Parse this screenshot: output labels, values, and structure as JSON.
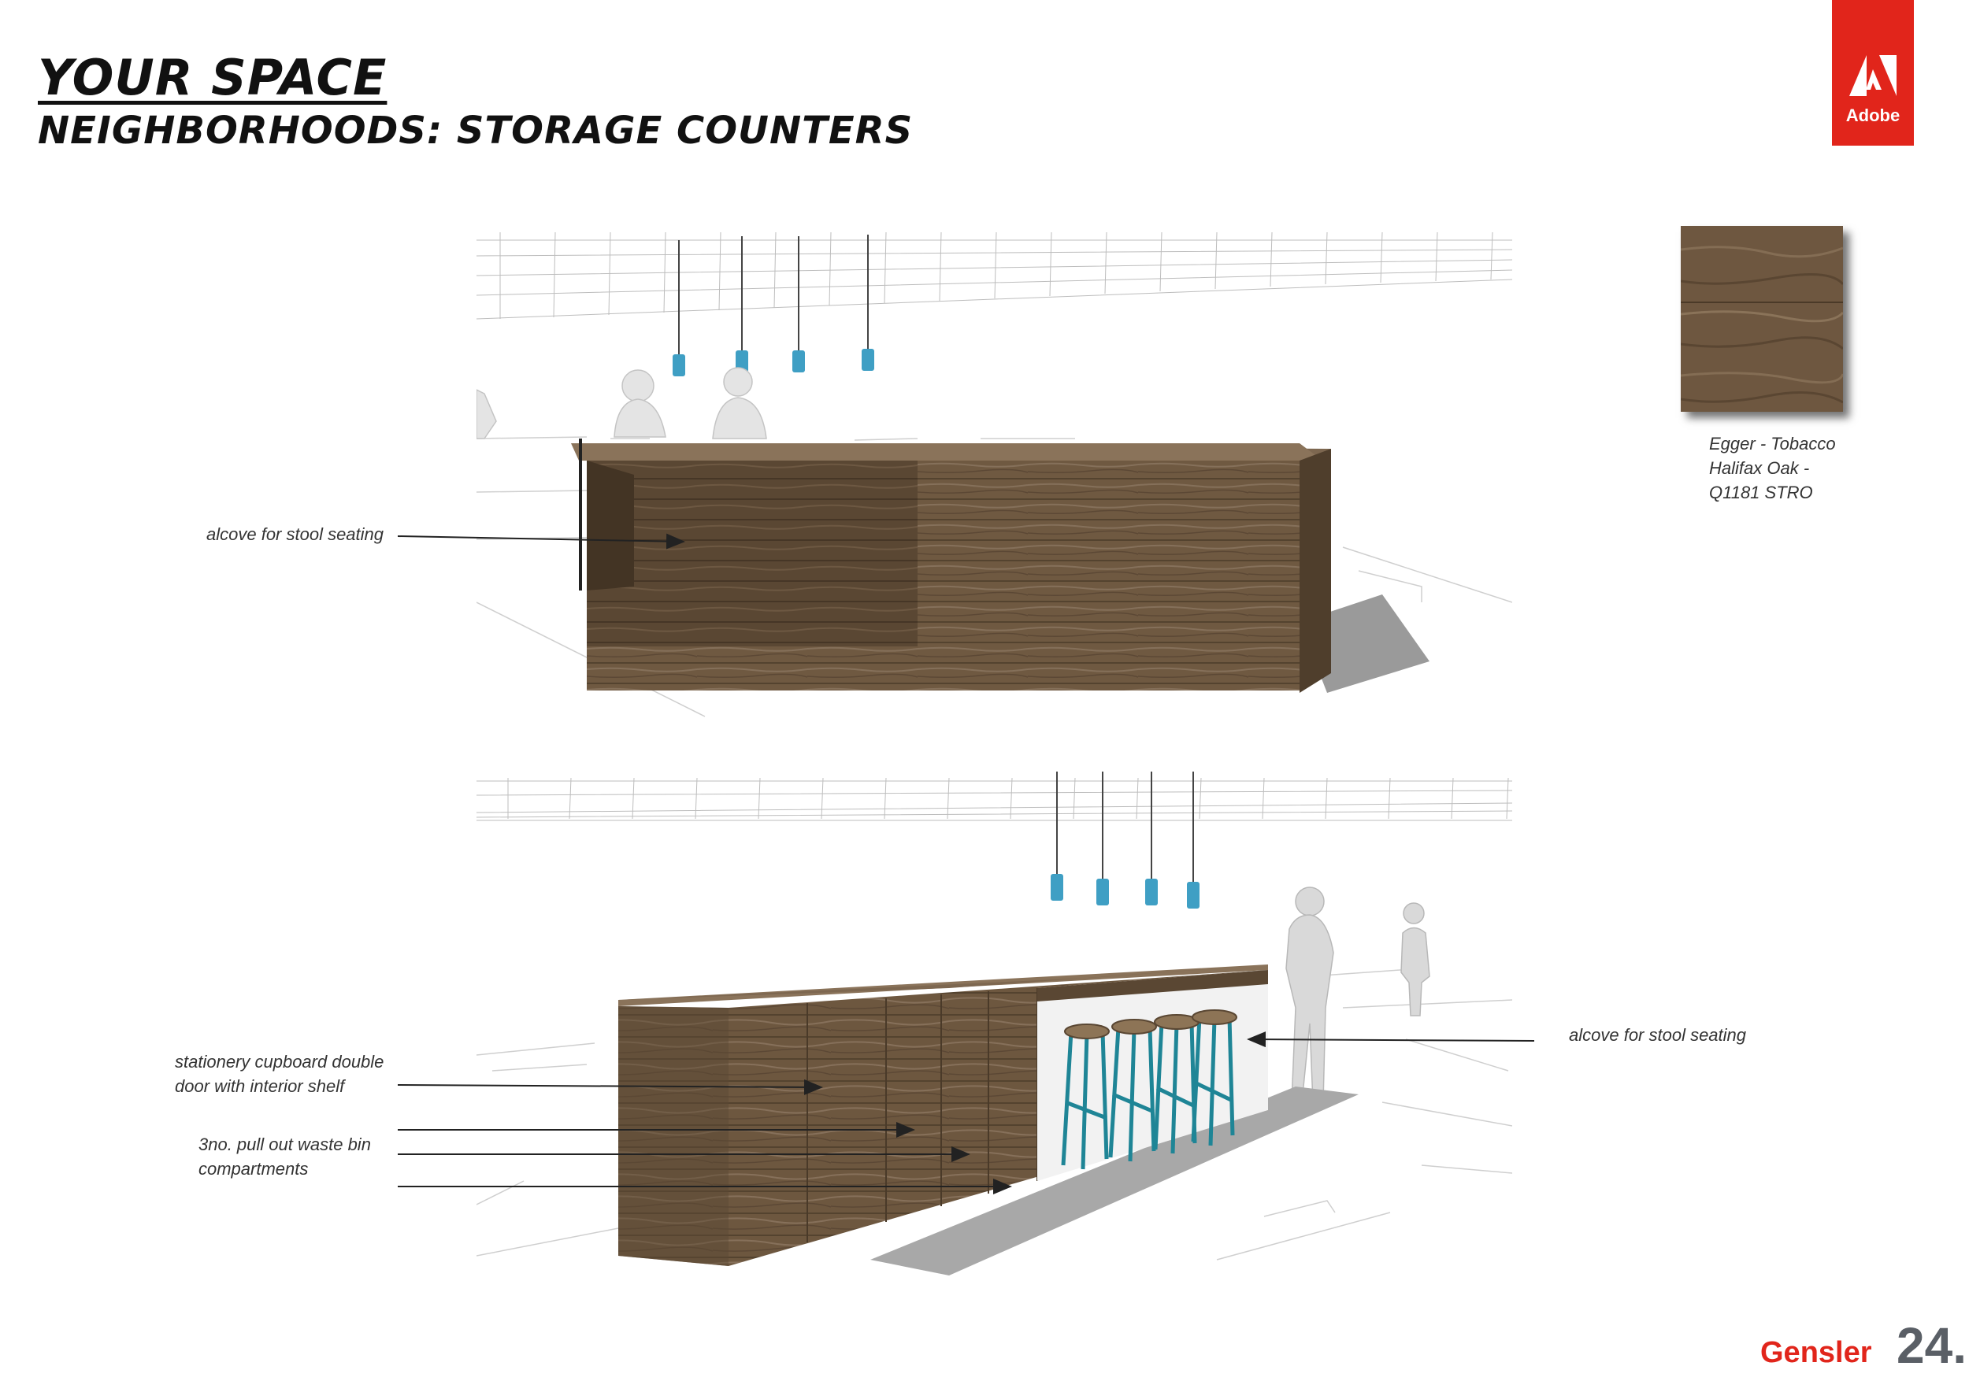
{
  "header": {
    "title": "YOUR SPACE",
    "subtitle": "NEIGHBORHOODS: STORAGE COUNTERS"
  },
  "brand": {
    "client_logo_text": "Adobe",
    "client_color": "#e1251b",
    "firm": "Gensler",
    "page_number": "24."
  },
  "material": {
    "label": "Egger - Tobacco\nHalifax Oak -\nQ1181 STRO",
    "swatch_color": "#6e5740"
  },
  "annotations": {
    "top": {
      "alcove": "alcove for stool seating"
    },
    "bottom": {
      "cupboard": "stationery cupboard double\ndoor with interior shelf",
      "waste_bins": "3no. pull out waste bin\ncompartments",
      "alcove": "alcove for stool seating"
    }
  },
  "colors": {
    "wood_dark": "#5d4a36",
    "wood_mid": "#7a6249",
    "wood_light": "#8e765b",
    "pendant": "#3f9fc4",
    "stool": "#1f8596"
  }
}
